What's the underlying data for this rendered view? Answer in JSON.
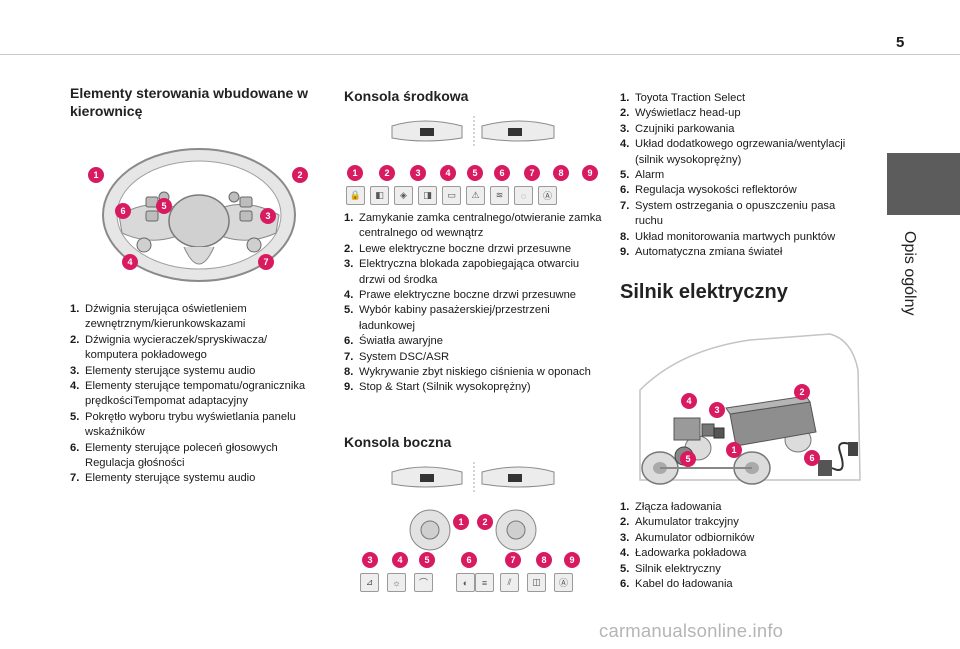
{
  "page": {
    "number": "5",
    "section_tab": "Opis ogólny"
  },
  "steering": {
    "title": "Elementy sterowania wbudowane w kierownicę",
    "items": [
      {
        "n": "1.",
        "text": "Dźwignia sterująca oświetleniem zewnętrznym/kierunkowskazami"
      },
      {
        "n": "2.",
        "text": "Dźwignia wycieraczek/spryskiwacza/ komputera pokładowego"
      },
      {
        "n": "3.",
        "text": "Elementy sterujące systemu audio"
      },
      {
        "n": "4.",
        "text": "Elementy sterujące tempomatu/ogranicznika prędkościTempomat adaptacyjny"
      },
      {
        "n": "5.",
        "text": "Pokrętło wyboru trybu wyświetlania panelu wskaźników"
      },
      {
        "n": "6.",
        "text": "Elementy sterujące poleceń głosowych Regulacja głośności"
      },
      {
        "n": "7.",
        "text": "Elementy sterujące systemu audio"
      }
    ],
    "badges": [
      "1",
      "2",
      "3",
      "4",
      "5",
      "6",
      "7"
    ]
  },
  "center_console": {
    "title": "Konsola środkowa",
    "badges": [
      "1",
      "2",
      "3",
      "4",
      "5",
      "6",
      "7",
      "8",
      "9"
    ],
    "items": [
      {
        "n": "1.",
        "text": "Zamykanie zamka centralnego/otwieranie zamka centralnego od wewnątrz"
      },
      {
        "n": "2.",
        "text": "Lewe elektryczne boczne drzwi przesuwne"
      },
      {
        "n": "3.",
        "text": "Elektryczna blokada zapobiegająca otwarciu drzwi od środka"
      },
      {
        "n": "4.",
        "text": "Prawe elektryczne boczne drzwi przesuwne"
      },
      {
        "n": "5.",
        "text": "Wybór kabiny pasażerskiej/przestrzeni ładunkowej"
      },
      {
        "n": "6.",
        "text": "Światła awaryjne"
      },
      {
        "n": "7.",
        "text": "System DSC/ASR"
      },
      {
        "n": "8.",
        "text": "Wykrywanie zbyt niskiego ciśnienia w oponach"
      },
      {
        "n": "9.",
        "text": "Stop & Start (Silnik wysokoprężny)"
      }
    ]
  },
  "side_console": {
    "title": "Konsola boczna",
    "badges_top": [
      "1",
      "2"
    ],
    "badges_bottom": [
      "3",
      "4",
      "5",
      "6",
      "7",
      "8",
      "9"
    ]
  },
  "right_list": {
    "items": [
      {
        "n": "1.",
        "text": "Toyota Traction Select"
      },
      {
        "n": "2.",
        "text": "Wyświetlacz head-up"
      },
      {
        "n": "3.",
        "text": "Czujniki parkowania"
      },
      {
        "n": "4.",
        "text": "Układ dodatkowego ogrzewania/wentylacji (silnik wysokoprężny)"
      },
      {
        "n": "5.",
        "text": "Alarm"
      },
      {
        "n": "6.",
        "text": "Regulacja wysokości reflektorów"
      },
      {
        "n": "7.",
        "text": "System ostrzegania o opuszczeniu pasa ruchu"
      },
      {
        "n": "8.",
        "text": "Układ monitorowania martwych punktów"
      },
      {
        "n": "9.",
        "text": "Automatyczna zmiana świateł"
      }
    ]
  },
  "electric_motor": {
    "title": "Silnik elektryczny",
    "badges": [
      "1",
      "2",
      "3",
      "4",
      "5",
      "6"
    ],
    "items": [
      {
        "n": "1.",
        "text": "Złącza ładowania"
      },
      {
        "n": "2.",
        "text": "Akumulator trakcyjny"
      },
      {
        "n": "3.",
        "text": "Akumulator odbiorników"
      },
      {
        "n": "4.",
        "text": "Ładowarka pokładowa"
      },
      {
        "n": "5.",
        "text": "Silnik elektryczny"
      },
      {
        "n": "6.",
        "text": "Kabel do ładowania"
      }
    ]
  },
  "watermark": "carmanualsonline.info",
  "colors": {
    "badge": "#d81b60",
    "tab": "#5c5c5c",
    "rule": "#c9c9c9"
  }
}
